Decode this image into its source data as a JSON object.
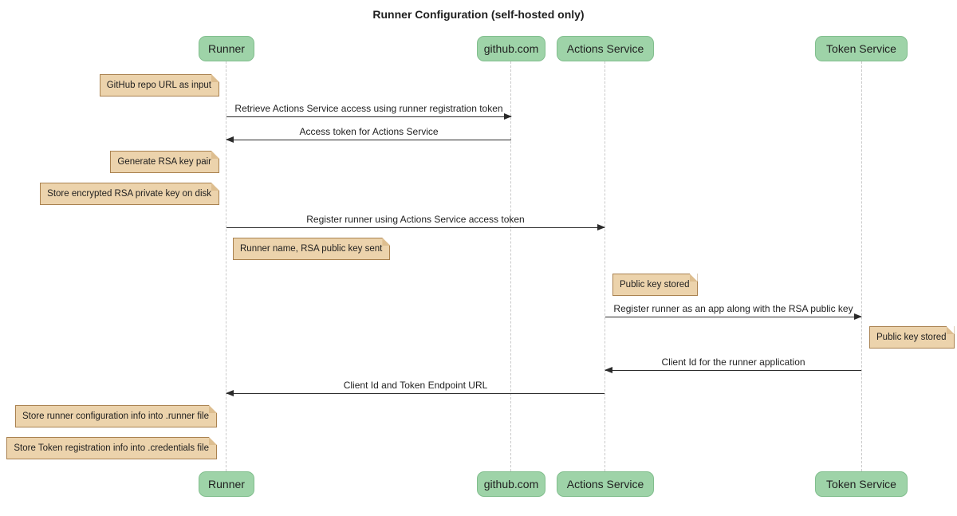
{
  "title": "Runner Configuration (self-hosted only)",
  "participants": {
    "runner": "Runner",
    "github": "github.com",
    "actions": "Actions Service",
    "token": "Token Service"
  },
  "messages": {
    "m1": {
      "text": "Retrieve Actions Service access using runner registration token",
      "from": "Runner",
      "to": "github.com"
    },
    "m2": {
      "text": "Access token for Actions Service",
      "from": "github.com",
      "to": "Runner"
    },
    "m3": {
      "text": "Register runner using Actions Service access token",
      "from": "Runner",
      "to": "Actions Service"
    },
    "m4": {
      "text": "Register runner as an app along with the RSA public key",
      "from": "Actions Service",
      "to": "Token Service"
    },
    "m5": {
      "text": "Client Id for the runner application",
      "from": "Token Service",
      "to": "Actions Service"
    },
    "m6": {
      "text": "Client Id and Token Endpoint URL",
      "from": "Actions Service",
      "to": "Runner"
    }
  },
  "notes": {
    "n1": {
      "text": "GitHub repo URL as input",
      "placement": "left of Runner"
    },
    "n2": {
      "text": "Generate RSA key pair",
      "placement": "left of Runner"
    },
    "n3": {
      "text": "Store encrypted RSA private key on disk",
      "placement": "left of Runner"
    },
    "n4": {
      "text": "Runner name, RSA public key sent",
      "placement": "right of Runner"
    },
    "n5": {
      "text": "Public key stored",
      "placement": "right of Actions Service"
    },
    "n6": {
      "text": "Public key stored",
      "placement": "right of Token Service"
    },
    "n7": {
      "text": "Store runner configuration info into .runner file",
      "placement": "left of Runner"
    },
    "n8": {
      "text": "Store Token registration info into .credentials file",
      "placement": "left of Runner"
    }
  },
  "colors": {
    "participant_fill": "#9ED3A8",
    "participant_border": "#81BE8D",
    "note_fill": "#ECD3AC",
    "note_border": "#AA8250",
    "note_fold": "#DDBE90",
    "lifeline": "#C9C9C9",
    "arrow": "#2B2B2B",
    "text": "#1F1F1F",
    "bg": "#FFFFFF"
  }
}
